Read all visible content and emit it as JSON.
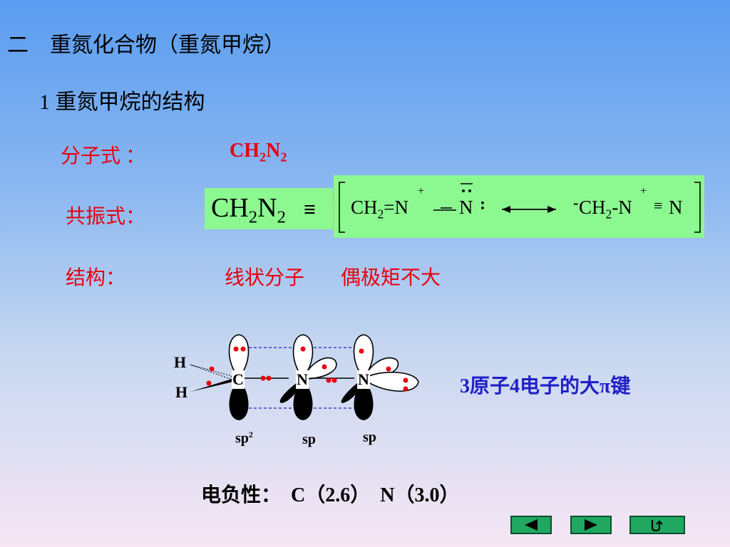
{
  "slide": {
    "title": "二　重氮化合物（重氮甲烷）",
    "subtitle": "1 重氮甲烷的结构",
    "formula_label": "分子式 ：",
    "formula_ch": "CH",
    "formula_sub1": "2",
    "formula_n": "N",
    "formula_sub2": "2",
    "resonance_label": "共振式：",
    "resonance_lhs_ch": "CH",
    "resonance_lhs_sub1": "2",
    "resonance_lhs_n": "N",
    "resonance_lhs_sub2": "2",
    "resonance_equiv": "≡",
    "r1_ch": "CH",
    "r1_sub": "2",
    "r1_rest": "=N",
    "r1_plus": "+",
    "r1_n2": "N",
    "r1_colon": ":",
    "r2_minus": "-",
    "r2_ch": "CH",
    "r2_sub": "2",
    "r2_rest": "-N",
    "r2_plus": "+",
    "r2_triple": "≡",
    "r2_n2": "N",
    "structure_label": "结构：",
    "structure_desc1": "线状分子",
    "structure_desc2": "偶极矩不大",
    "orbital_H1": "H",
    "orbital_H2": "H",
    "orbital_C": "C",
    "orbital_N1": "N",
    "orbital_N2": "N",
    "hyb1": "sp",
    "hyb1_sup": "2",
    "hyb2": "sp",
    "hyb3": "sp",
    "pi_bond": "3原子4电子的大π键",
    "electroneg": "电负性：　C（2.6）　N（3.0）"
  },
  "nav": {
    "prev_icon": "triangle-left-icon",
    "next_icon": "triangle-right-icon",
    "return_icon": "return-icon"
  },
  "colors": {
    "red": "#e8000e",
    "blue": "#2020c8",
    "green_box": "#8cf890",
    "nav_green": "#20a860"
  }
}
